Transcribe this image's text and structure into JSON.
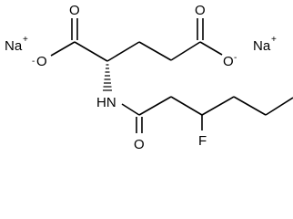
{
  "molecule": {
    "atoms": {
      "na_left": "Na",
      "na_left_charge": "+",
      "na_right": "Na",
      "na_right_charge": "+",
      "o_carboxyl_left_top": "O",
      "o_carboxyl_left_minus": "O",
      "o_carboxyl_left_charge": "-",
      "o_carboxyl_right_top": "O",
      "o_carboxyl_right_minus": "O",
      "o_carboxyl_right_charge": "-",
      "nh": "HN",
      "o_amide": "O",
      "fluorine": "F"
    }
  }
}
